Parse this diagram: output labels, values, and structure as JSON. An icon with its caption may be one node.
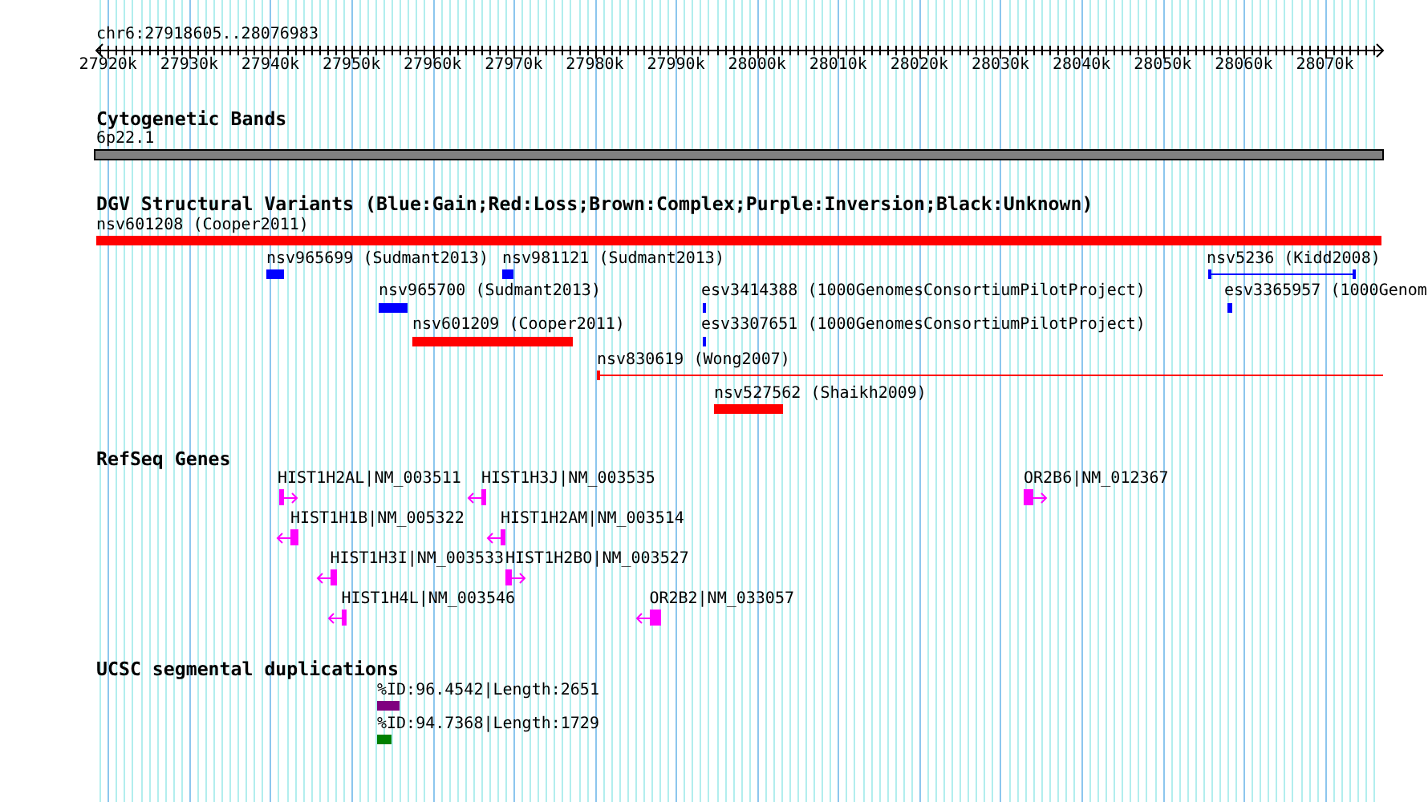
{
  "diagram": {
    "nodes": [
      {
        "text": [
          "6p22.1"
        ]
      },
      {
        "text": [
          "nsv601208 (Cooper2011)"
        ]
      },
      {
        "text": [
          "nsv965699 (Sudmant2013)"
        ]
      },
      {
        "text": [
          "nsv981121 (Sudmant2013)"
        ]
      },
      {
        "text": [
          "nsv5236 (Kidd2008)"
        ]
      },
      {
        "text": [
          "nsv965700 (Sudmant2013)"
        ]
      },
      {
        "text": [
          "esv3414388 (1000GenomesConsortiumPilotProject)"
        ]
      },
      {
        "text": [
          "esv3365957 (1000Genom"
        ]
      },
      {
        "text": [
          "nsv601209 (Cooper2011)"
        ]
      },
      {
        "text": [
          "esv3307651 (1000GenomesConsortiumPilotProject)"
        ]
      },
      {
        "text": [
          "nsv830619 (Wong2007)"
        ]
      },
      {
        "text": [
          "nsv527562 (Shaikh2009)"
        ]
      },
      {
        "text": [
          "HIST1H2AL|NM_003511"
        ]
      },
      {
        "text": [
          "HIST1H3J|NM_003535"
        ]
      },
      {
        "text": [
          "OR2B6|NM_012367"
        ]
      },
      {
        "text": [
          "HIST1H1B|NM_005322"
        ]
      },
      {
        "text": [
          "HIST1H2AM|NM_003514"
        ]
      },
      {
        "text": [
          "HIST1H3I|NM_003533"
        ]
      },
      {
        "text": [
          "HIST1H2BO|NM_003527"
        ]
      },
      {
        "text": [
          "HIST1H4L|NM_003546"
        ]
      },
      {
        "text": [
          "OR2B2|NM_033057"
        ]
      },
      {
        "text": [
          "%ID:96.4542|Length:2651"
        ]
      },
      {
        "text": [
          "%ID:94.7368|Length:1729"
        ]
      }
    ],
    "labels": [
      "chr6:27918605..28076983",
      "27920k",
      "27930k",
      "27940k",
      "27950k",
      "27960k",
      "27970k",
      "27980k",
      "27990k",
      "28000k",
      "28010k",
      "28020k",
      "28030k",
      "28040k",
      "28050k",
      "28060k",
      "28070k",
      "Cytogenetic Bands",
      "DGV Structural Variants (Blue:Gain;Red:Loss;Brown:Complex;Purple:Inversion;Black:Unknown)",
      "RefSeq Genes",
      "UCSC segmental duplications"
    ]
  }
}
